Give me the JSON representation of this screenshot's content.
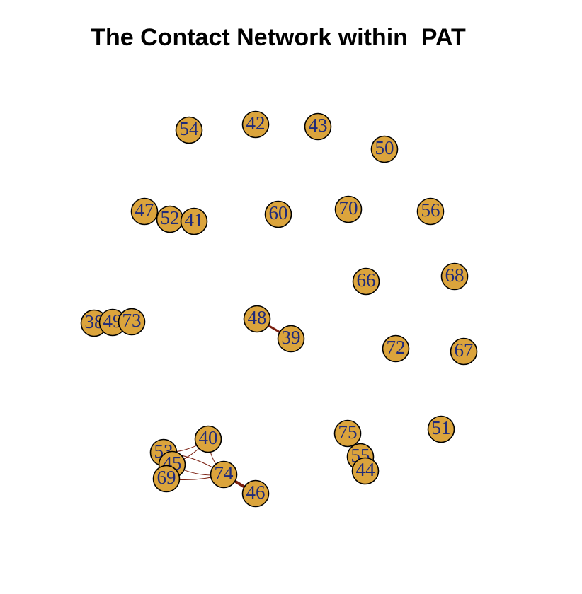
{
  "title": "The Contact Network within  PAT",
  "colors": {
    "node_fill": "#dba43c",
    "node_stroke": "#000000",
    "label": "#1f2a7a",
    "edge": "#7a1f10"
  },
  "nodes": [
    {
      "id": "54"
    },
    {
      "id": "42"
    },
    {
      "id": "43"
    },
    {
      "id": "50"
    },
    {
      "id": "47"
    },
    {
      "id": "52"
    },
    {
      "id": "41"
    },
    {
      "id": "60"
    },
    {
      "id": "70"
    },
    {
      "id": "56"
    },
    {
      "id": "66"
    },
    {
      "id": "68"
    },
    {
      "id": "38"
    },
    {
      "id": "49"
    },
    {
      "id": "73"
    },
    {
      "id": "48"
    },
    {
      "id": "39"
    },
    {
      "id": "72"
    },
    {
      "id": "67"
    },
    {
      "id": "51"
    },
    {
      "id": "75"
    },
    {
      "id": "55"
    },
    {
      "id": "44"
    },
    {
      "id": "40"
    },
    {
      "id": "53"
    },
    {
      "id": "45"
    },
    {
      "id": "69"
    },
    {
      "id": "74"
    },
    {
      "id": "46"
    }
  ],
  "edges": [
    {
      "from": "48",
      "to": "39",
      "weight": 3
    },
    {
      "from": "74",
      "to": "46",
      "weight": 4
    },
    {
      "from": "40",
      "to": "74",
      "weight": 1
    },
    {
      "from": "40",
      "to": "45",
      "weight": 1
    },
    {
      "from": "53",
      "to": "40",
      "weight": 1
    },
    {
      "from": "53",
      "to": "74",
      "weight": 1
    },
    {
      "from": "45",
      "to": "74",
      "weight": 1
    },
    {
      "from": "69",
      "to": "74",
      "weight": 1
    }
  ]
}
